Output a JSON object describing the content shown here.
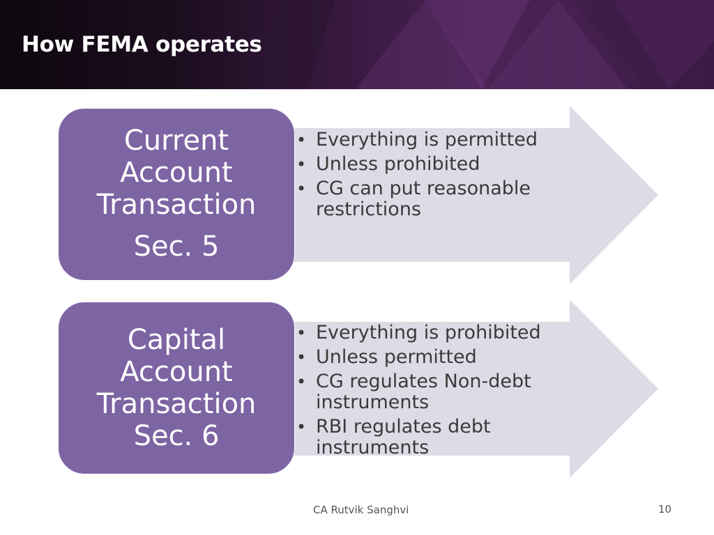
{
  "header": {
    "title": "How FEMA operates"
  },
  "blocks": [
    {
      "heading_lines": [
        "Current",
        "Account",
        "Transaction"
      ],
      "section": "Sec. 5",
      "bullets": [
        "Everything is permitted",
        "Unless prohibited",
        "CG can put reasonable restrictions"
      ]
    },
    {
      "heading_lines": [
        "Capital",
        "Account",
        "Transaction"
      ],
      "section": "Sec. 6",
      "bullets": [
        "Everything is prohibited",
        "Unless permitted",
        "CG regulates Non-debt instruments",
        "RBI regulates debt instruments"
      ]
    }
  ],
  "footer": {
    "author": "CA Rutvik Sanghvi",
    "page_number": "10"
  },
  "colors": {
    "box_fill": "#7d64a3",
    "arrow_fill": "#dedbe6",
    "header_dark": "#0d070e",
    "header_purple": "#4b2356"
  }
}
